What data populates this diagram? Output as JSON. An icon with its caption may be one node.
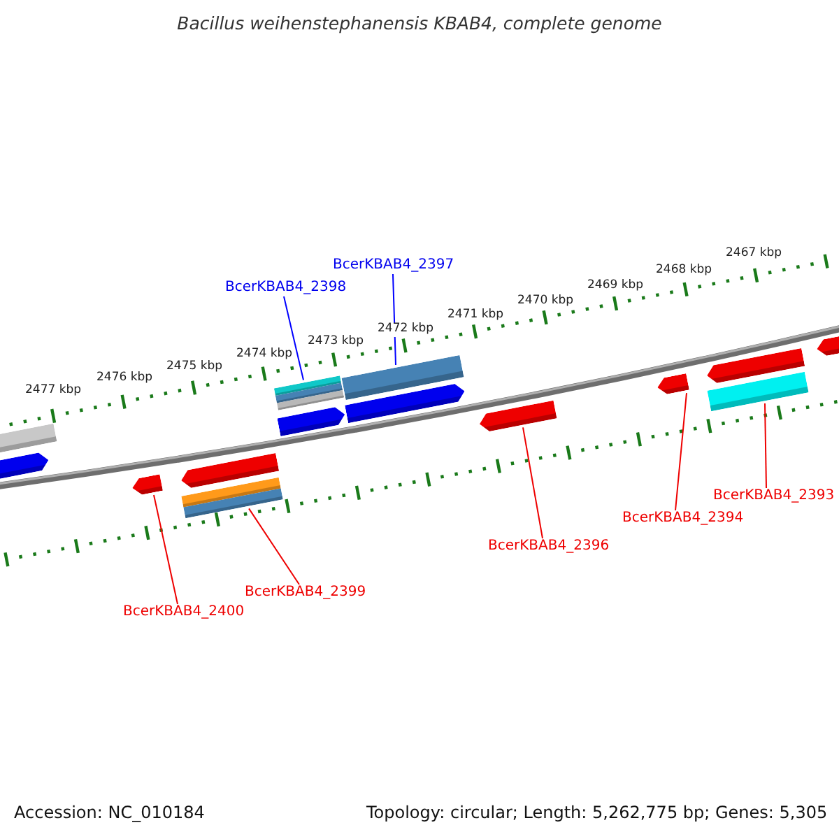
{
  "diagram": {
    "title": "Bacillus weihenstephanensis KBAB4, complete genome",
    "nodes": [
      {
        "text": [
          "BcerKBAB4_2397"
        ]
      },
      {
        "text": [
          "BcerKBAB4_2398"
        ]
      },
      {
        "text": [
          "BcerKBAB4_2393"
        ]
      },
      {
        "text": [
          "BcerKBAB4_2394"
        ]
      },
      {
        "text": [
          "BcerKBAB4_2396"
        ]
      },
      {
        "text": [
          "BcerKBAB4_2399"
        ]
      },
      {
        "text": [
          "BcerKBAB4_2400"
        ]
      },
      {
        "text": [],
        "shape": "bar"
      },
      {
        "text": [],
        "shape": "bar"
      },
      {
        "text": [],
        "shape": "bar"
      },
      {
        "text": [],
        "shape": "bar"
      },
      {
        "text": [],
        "shape": "bar"
      },
      {
        "text": [],
        "shape": "bar"
      },
      {
        "text": [],
        "shape": "bar"
      },
      {
        "text": [],
        "shape": "bar"
      },
      {
        "text": [],
        "shape": "bar"
      },
      {
        "text": [],
        "shape": "bar"
      },
      {
        "text": [],
        "shape": "bar"
      },
      {
        "text": [],
        "shape": "bar"
      },
      {
        "text": [],
        "shape": "bar"
      },
      {
        "text": [],
        "shape": "bar"
      }
    ],
    "edges": [
      {
        "from": 0,
        "to": 11,
        "arrow": "none",
        "color": "#0000ff"
      },
      {
        "from": 1,
        "to": 9,
        "arrow": "none",
        "color": "#0000ff"
      },
      {
        "from": 2,
        "to": 19,
        "arrow": "none"
      },
      {
        "from": 3,
        "to": 17,
        "arrow": "none"
      },
      {
        "from": 4,
        "to": 16,
        "arrow": "none"
      },
      {
        "from": 5,
        "to": 15,
        "arrow": "none"
      },
      {
        "from": 6,
        "to": 13,
        "arrow": "none"
      }
    ],
    "labels": [
      "2467 kbp",
      "2468 kbp",
      "2469 kbp",
      "2470 kbp",
      "2471 kbp",
      "2472 kbp",
      "2473 kbp",
      "2474 kbp",
      "2475 kbp",
      "2476 kbp",
      "2477 kbp",
      "Accession: NC_010184",
      "Topology: circular; Length: 5,262,775 bp; Genes: 5,305"
    ]
  }
}
